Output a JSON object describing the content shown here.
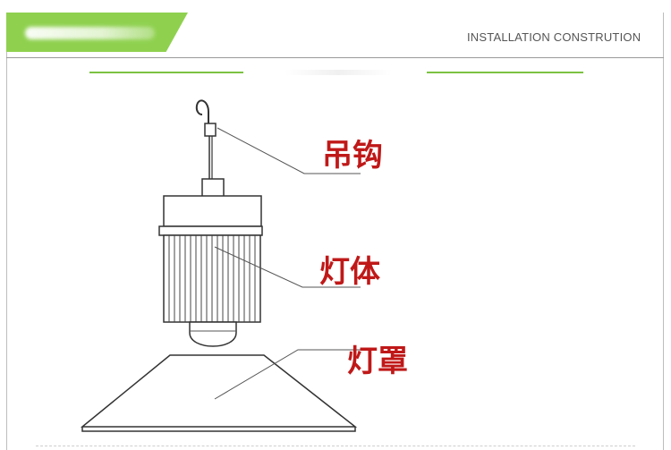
{
  "header": {
    "title": "INSTALLATION CONSTRUTION"
  },
  "colors": {
    "accent_green": "#8fd14f",
    "callout_red": "#c01818"
  },
  "labels": {
    "hook": "吊钩",
    "lamp_body": "灯体",
    "lamp_cover": "灯罩"
  }
}
